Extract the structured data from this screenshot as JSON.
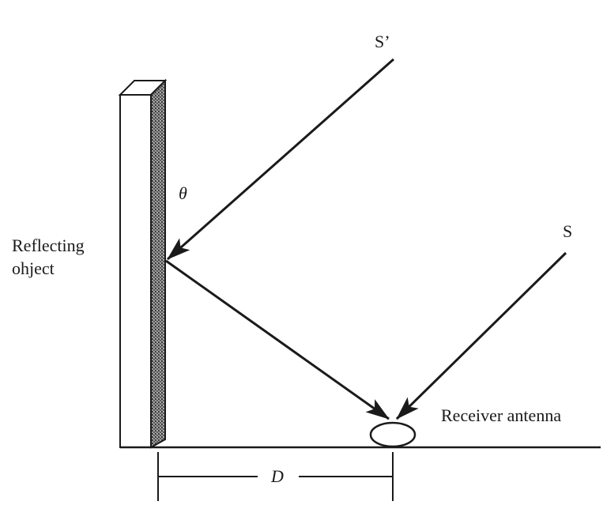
{
  "labels": {
    "source_direct": "S",
    "source_reflected": "S’",
    "angle": "θ",
    "reflector_line1": "Reflecting",
    "reflector_line2": "ohject",
    "receiver": "Receiver antenna",
    "distance": "D"
  },
  "colors": {
    "ink": "#1a1a1a",
    "wall_face": "#ffffff",
    "wall_texture": "#6e6e6e"
  }
}
